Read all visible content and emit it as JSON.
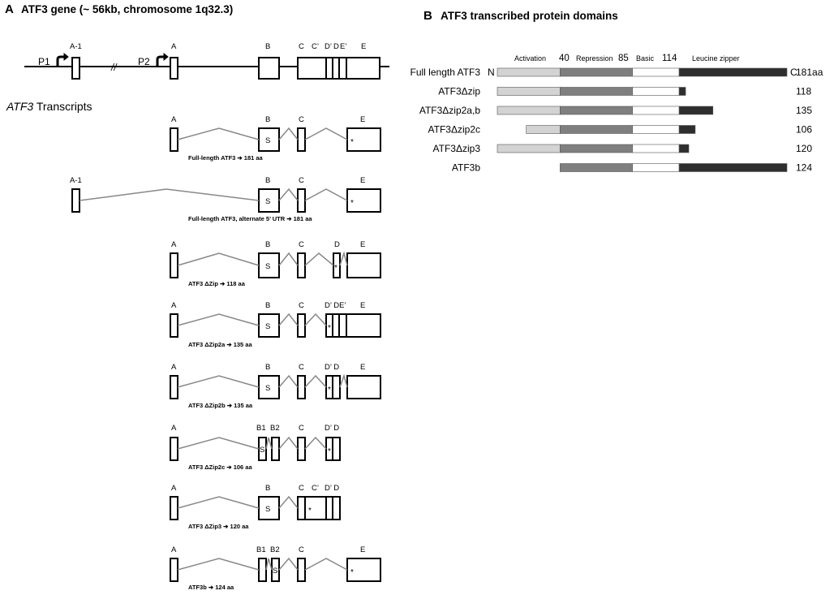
{
  "panel_a": {
    "letter": "A",
    "title": "ATF3 gene (~ 56kb, chromosome 1q32.3)",
    "break_mark": "//",
    "promoters": [
      "P1",
      "P2"
    ],
    "gene_exons": [
      "A-1",
      "A",
      "B",
      "C",
      "C’",
      "D’",
      "D",
      "E’",
      "E"
    ],
    "transcripts_heading_italic": "ATF3",
    "transcripts_heading_rest": " Transcripts",
    "transcripts": [
      {
        "caption": "Full-length ATF3 ➔ 181 aa",
        "exon_labels": [
          "A",
          "B",
          "C",
          "E"
        ],
        "inner_labels": [
          "S"
        ]
      },
      {
        "caption": "Full-length ATF3, alternate 5’ UTR ➔ 181 aa",
        "exon_labels": [
          "A-1",
          "B",
          "C",
          "E"
        ],
        "inner_labels": [
          "S"
        ]
      },
      {
        "caption": "ATF3 ΔZip ➔ 118 aa",
        "exon_labels": [
          "A",
          "B",
          "C",
          "D",
          "E"
        ],
        "inner_labels": [
          "S"
        ]
      },
      {
        "caption": "ATF3 ΔZip2a ➔ 135 aa",
        "exon_labels": [
          "A",
          "B",
          "C",
          "D’ DE’",
          "E"
        ],
        "inner_labels": [
          "S"
        ]
      },
      {
        "caption": "ATF3 ΔZip2b ➔ 135 aa",
        "exon_labels": [
          "A",
          "B",
          "C",
          "D’ D",
          "E"
        ],
        "inner_labels": [
          "S"
        ]
      },
      {
        "caption": "ATF3 ΔZip2c ➔ 106 aa",
        "exon_labels": [
          "A",
          "B1",
          "B2",
          "C",
          "D’ D"
        ],
        "inner_labels": [
          "S"
        ]
      },
      {
        "caption": "ATF3 ΔZip3 ➔ 120 aa",
        "exon_labels": [
          "A",
          "B",
          "C",
          "C’",
          "D’ D"
        ],
        "inner_labels": [
          "S"
        ]
      },
      {
        "caption": "ATF3b ➔ 124 aa",
        "exon_labels": [
          "A",
          "B1",
          "B2",
          "C",
          "E"
        ],
        "inner_labels": [
          "S"
        ]
      }
    ],
    "stop_mark": "*"
  },
  "panel_b": {
    "letter": "B",
    "title": "ATF3 transcribed protein domains",
    "domain_labels": [
      "Activation",
      "Repression",
      "Basic",
      "Leucine zipper"
    ],
    "boundary_numbers": [
      "40",
      "85",
      "114"
    ],
    "n_term": "N",
    "c_term": "C",
    "domain_colors": {
      "activation": "#d3d3d3",
      "repression": "#7f7f7f",
      "basic": "#ffffff",
      "leucine_zipper": "#2e2e2e"
    },
    "proteins": [
      {
        "name": "Full length ATF3",
        "length": "181aa",
        "aa_start": 1,
        "aa_end": 181
      },
      {
        "name": "ATF3Δzip",
        "length": "118",
        "aa_start": 1,
        "aa_end": 118
      },
      {
        "name": "ATF3Δzip2a,b",
        "length": "135",
        "aa_start": 1,
        "aa_end": 135
      },
      {
        "name": "ATF3Δzip2c",
        "length": "106",
        "aa_start": 19,
        "aa_end": 124
      },
      {
        "name": "ATF3Δzip3",
        "length": "120",
        "aa_start": 1,
        "aa_end": 120
      },
      {
        "name": "ATF3b",
        "length": "124",
        "aa_start": 40,
        "aa_end": 181
      }
    ]
  }
}
